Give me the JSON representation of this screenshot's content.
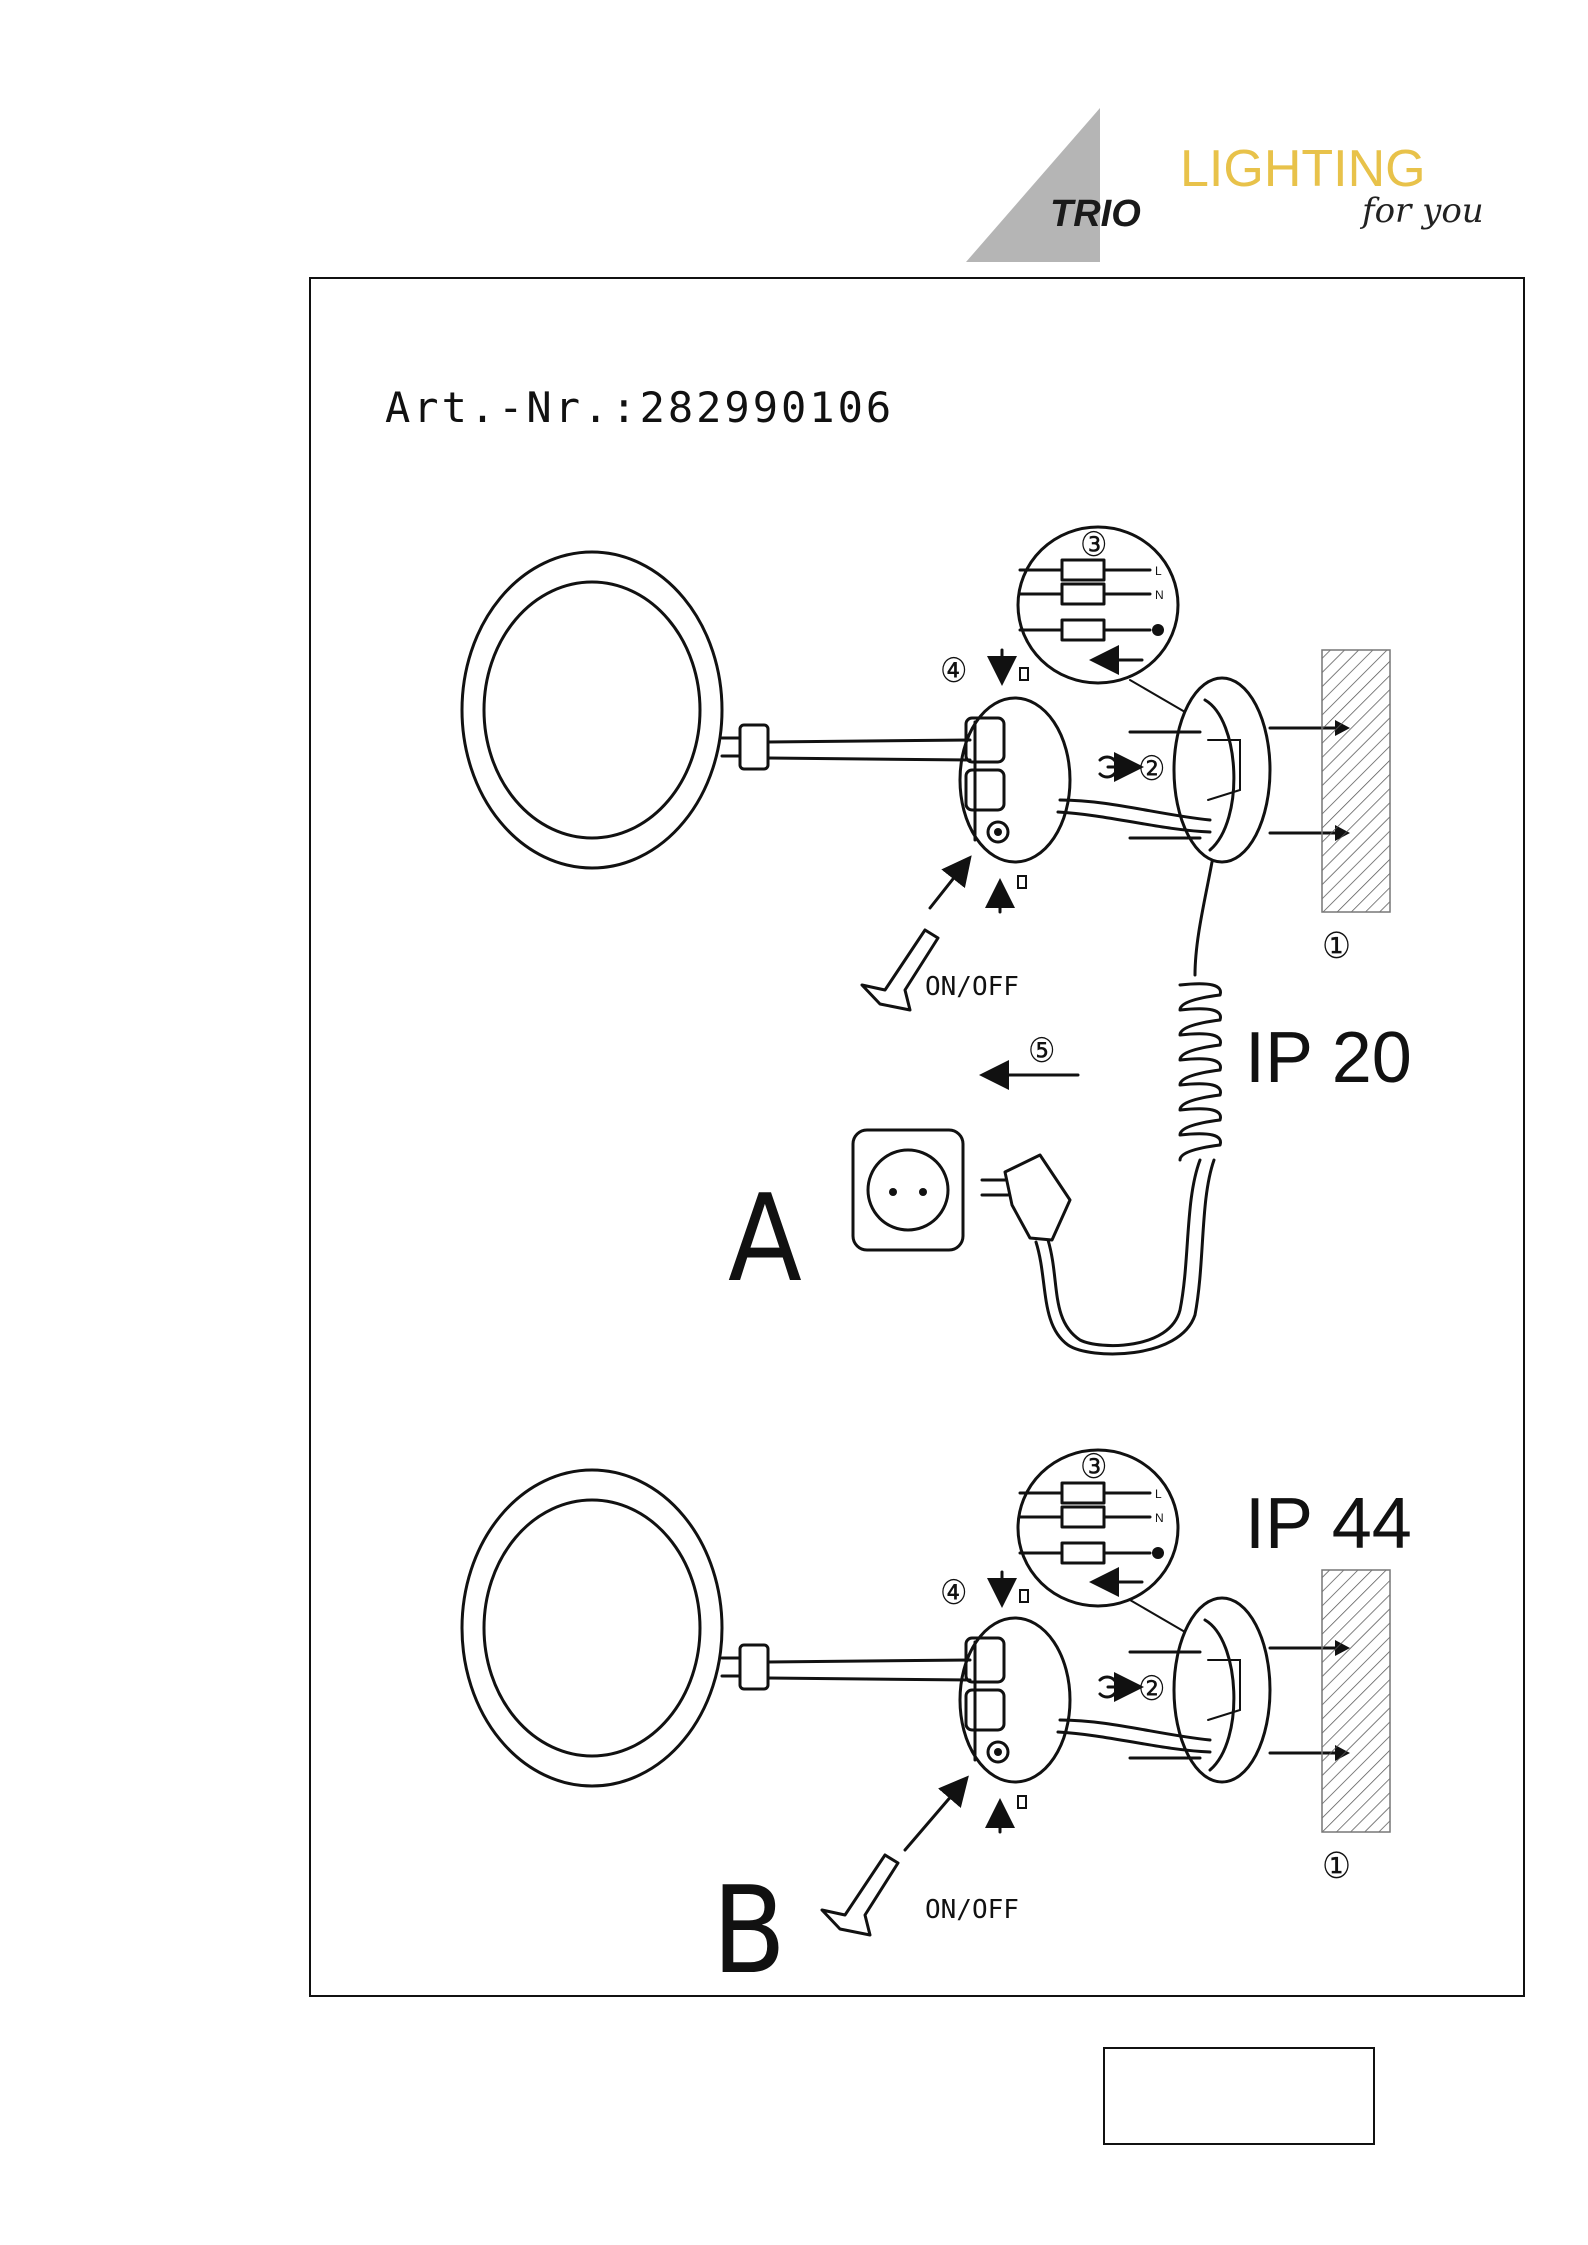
{
  "logo": {
    "brand": "TRIO",
    "tagline_main": "LIGHTING",
    "tagline_sub": "for you",
    "triangle_color": "#b5b5b5",
    "brand_text_color": "#1a1a1a",
    "tagline_color": "#e8c24a",
    "tagline_sub_color": "#222222"
  },
  "article_number": "Art.-Nr.:282990106",
  "panel_a": {
    "letter": "A",
    "protection_rating": "IP 20",
    "switch_label": "ON/OFF",
    "steps": {
      "wall": "①",
      "screws": "②",
      "wiring": "③",
      "cover": "④",
      "plug": "⑤"
    },
    "terminal_labels": [
      "L",
      "N"
    ]
  },
  "panel_b": {
    "letter": "B",
    "protection_rating": "IP 44",
    "switch_label": "ON/OFF",
    "steps": {
      "wall": "①",
      "screws": "②",
      "wiring": "③",
      "cover": "④"
    },
    "terminal_labels": [
      "L",
      "N"
    ]
  }
}
